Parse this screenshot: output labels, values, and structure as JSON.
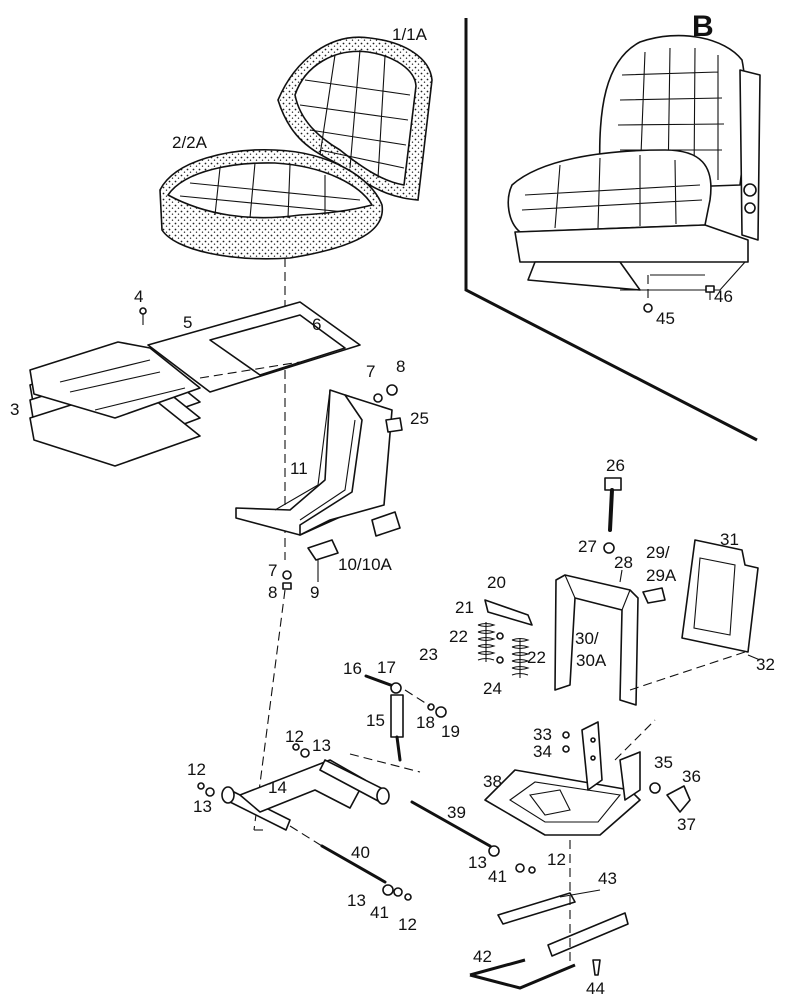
{
  "inset": {
    "letter": "B"
  },
  "callouts": {
    "c1_1A": "1/1A",
    "c2_2A": "2/2A",
    "c3": "3",
    "c4": "4",
    "c5": "5",
    "c6": "6",
    "c7_top": "7",
    "c8_top": "8",
    "c25": "25",
    "c11": "11",
    "c10_10A": "10/10A",
    "c7_bot": "7",
    "c8_bot": "8",
    "c9": "9",
    "c26": "26",
    "c27": "27",
    "c28": "28",
    "c29_29A_a": "29/",
    "c29_29A_b": "29A",
    "c31": "31",
    "c20": "20",
    "c21": "21",
    "c22_left": "22",
    "c23": "23",
    "c22_right": "22",
    "c24": "24",
    "c30_30A_a": "30/",
    "c30_30A_b": "30A",
    "c32": "32",
    "c16": "16",
    "c17": "17",
    "c15": "15",
    "c18": "18",
    "c19": "19",
    "c12_a": "12",
    "c13_a": "13",
    "c12_b": "12",
    "c13_b": "13",
    "c14": "14",
    "c33": "33",
    "c34": "34",
    "c38": "38",
    "c35": "35",
    "c36": "36",
    "c37": "37",
    "c39": "39",
    "c40": "40",
    "c13_c": "13",
    "c41_a": "41",
    "c12_c": "12",
    "c43": "43",
    "c13_d": "13",
    "c41_b": "41",
    "c12_d": "12",
    "c42": "42",
    "c44": "44",
    "c46": "46",
    "c45": "45"
  }
}
